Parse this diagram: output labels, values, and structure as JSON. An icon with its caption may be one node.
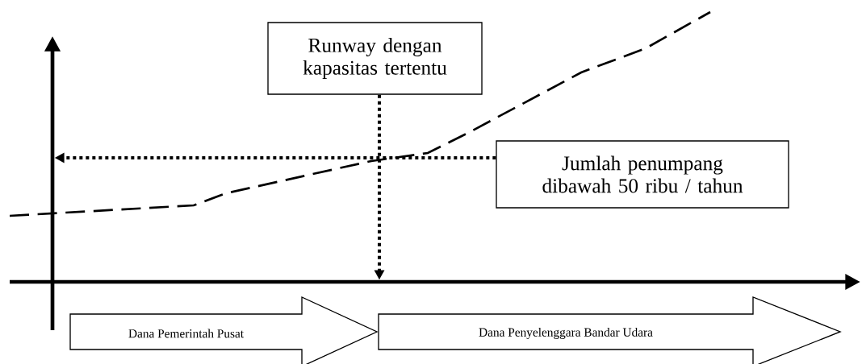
{
  "diagram": {
    "nodes": [
      {
        "text": [
          "Runway dengan kapasitas tertentu"
        ]
      },
      {
        "text": [
          "Jumlah penumpang dibawah 50 ribu / tahun"
        ]
      },
      {
        "text": [
          "Dana Pemerintah Pusat"
        ]
      },
      {
        "text": [
          "Dana Penyelenggara Bandar Udara"
        ]
      },
      {
        "text": [],
        "shape": "axis"
      },
      {
        "text": [],
        "shape": "axis"
      }
    ],
    "edges": [
      {
        "from": 0,
        "to": 5,
        "arrow": "to"
      },
      {
        "from": 1,
        "to": 4,
        "arrow": "to"
      }
    ]
  }
}
